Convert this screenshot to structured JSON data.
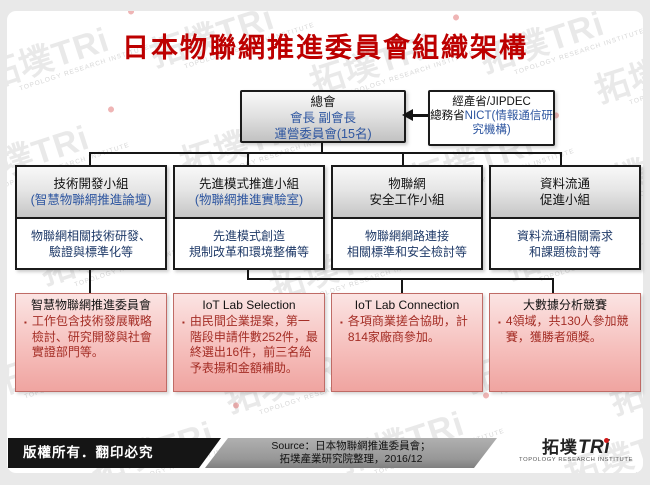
{
  "title": "日本物聯網推進委員會組織架構",
  "assembly": {
    "line1": "總會",
    "line2": "會長 副會長",
    "line3": "運營委員會(15名)"
  },
  "ministry": {
    "line1": "經產省/JIPDEC",
    "black2": "總務省",
    "blue2": "NICT(情報通信研究機構)"
  },
  "groups": [
    {
      "header": "技術開發小組",
      "header_sub": "(智慧物聯網推進論壇)",
      "body": "物聯網相關技術研發、\n驗證與標準化等"
    },
    {
      "header": "先進模式推進小組",
      "header_sub": "(物聯網推進實驗室)",
      "body": "先進模式創造\n規制改革和環境整備等"
    },
    {
      "header": "物聯網\n安全工作小組",
      "header_sub": "",
      "body": "物聯網網路連接\n相關標準和安全檢討等"
    },
    {
      "header": "資料流通\n促進小組",
      "header_sub": "",
      "body": "資料流通相關需求\n和課題檢討等"
    }
  ],
  "programs": [
    {
      "title": "智慧物聯網推進委員會",
      "bullet": "工作包含技術發展戰略檢討、研究開發與社會實證部門等。"
    },
    {
      "title": "IoT Lab Selection",
      "bullet": "由民間企業提案，第一階段申請件數252件，最終選出16件，前三名給予表揚和金額補助。"
    },
    {
      "title": "IoT Lab Connection",
      "bullet": "各項商業搓合協助，計814家廠商參加。"
    },
    {
      "title": "大數據分析競賽",
      "bullet": "4領域，共130人參加競賽，獲勝者頒獎。"
    }
  ],
  "footer": {
    "copyright": "版權所有．翻印必究",
    "source_line1": "Source：日本物聯網推進委員會；",
    "source_line2": "拓墣產業研究院整理，2016/12",
    "logo_cjk": "拓墣",
    "logo_latin": "TRi",
    "logo_subtext": "TOPOLOGY RESEARCH INSTITUTE"
  },
  "watermark": {
    "logo": "拓墣TRi",
    "subtext": "TOPOLOGY RESEARCH INSTITUTE"
  },
  "colors": {
    "title_red": "#bd0000",
    "accent_blue": "#2e56a0",
    "body_navy": "#1f3a68",
    "bullet_red": "#a42d25",
    "pink_border": "#bf6b66"
  }
}
